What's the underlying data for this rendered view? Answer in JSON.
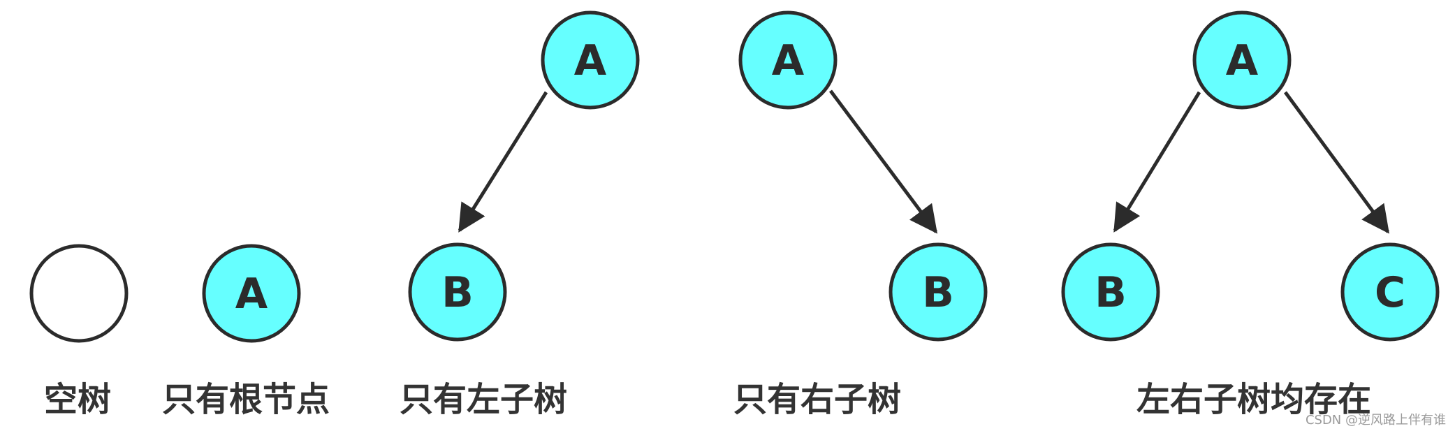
{
  "colors": {
    "node_fill": "#66ffff",
    "empty_fill": "#ffffff",
    "stroke": "#2b2b2b",
    "caption": "#333333"
  },
  "panels": [
    {
      "caption": "空树",
      "nodes": [
        {
          "id": "empty",
          "label": "",
          "filled": false
        }
      ],
      "edges": []
    },
    {
      "caption": "只有根节点",
      "nodes": [
        {
          "id": "p2-A",
          "label": "A",
          "filled": true
        }
      ],
      "edges": []
    },
    {
      "caption": "只有左子树",
      "nodes": [
        {
          "id": "p3-A",
          "label": "A",
          "filled": true
        },
        {
          "id": "p3-B",
          "label": "B",
          "filled": true
        }
      ],
      "edges": [
        {
          "from": "p3-A",
          "to": "p3-B"
        }
      ]
    },
    {
      "caption": "只有右子树",
      "nodes": [
        {
          "id": "p4-A",
          "label": "A",
          "filled": true
        },
        {
          "id": "p4-B",
          "label": "B",
          "filled": true
        }
      ],
      "edges": [
        {
          "from": "p4-A",
          "to": "p4-B"
        }
      ]
    },
    {
      "caption": "左右子树均存在",
      "nodes": [
        {
          "id": "p5-A",
          "label": "A",
          "filled": true
        },
        {
          "id": "p5-B",
          "label": "B",
          "filled": true
        },
        {
          "id": "p5-C",
          "label": "C",
          "filled": true
        }
      ],
      "edges": [
        {
          "from": "p5-A",
          "to": "p5-B"
        },
        {
          "from": "p5-A",
          "to": "p5-C"
        }
      ]
    }
  ],
  "watermark": "CSDN @逆风路上伴有谁"
}
